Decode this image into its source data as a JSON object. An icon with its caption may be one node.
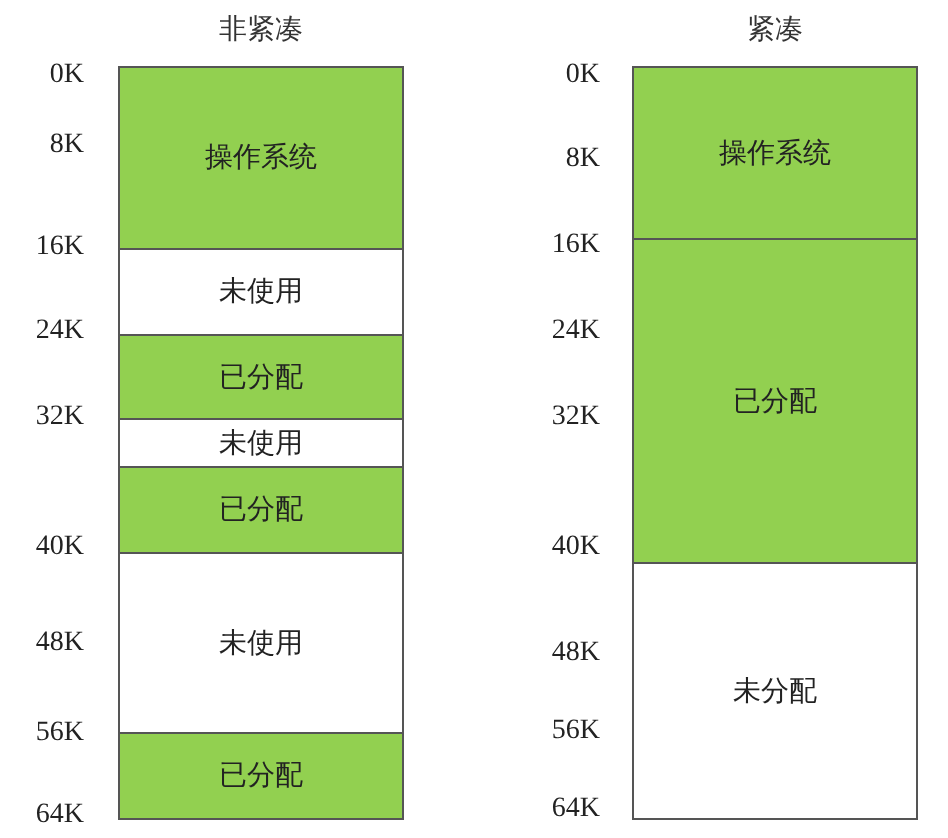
{
  "diagram": {
    "nodes": [
      {
        "text": [
          "非紧凑"
        ]
      },
      {
        "text": [
          "操作系统"
        ],
        "in": 0
      },
      {
        "text": [
          "未使用"
        ],
        "in": 0
      },
      {
        "text": [
          "已分配"
        ],
        "in": 0
      },
      {
        "text": [
          "未使用"
        ],
        "in": 0
      },
      {
        "text": [
          "已分配"
        ],
        "in": 0
      },
      {
        "text": [
          "未使用"
        ],
        "in": 0
      },
      {
        "text": [
          "已分配"
        ],
        "in": 0
      },
      {
        "text": [
          "紧凑"
        ]
      },
      {
        "text": [
          "操作系统"
        ],
        "in": 8
      },
      {
        "text": [
          "已分配"
        ],
        "in": 8
      },
      {
        "text": [
          "未分配"
        ],
        "in": 8
      }
    ],
    "edges": [],
    "labels": [
      "0K",
      "8K",
      "16K",
      "24K",
      "32K",
      "40K",
      "48K",
      "56K",
      "64K",
      "0K",
      "8K",
      "16K",
      "24K",
      "32K",
      "40K",
      "48K",
      "56K",
      "64K"
    ]
  }
}
